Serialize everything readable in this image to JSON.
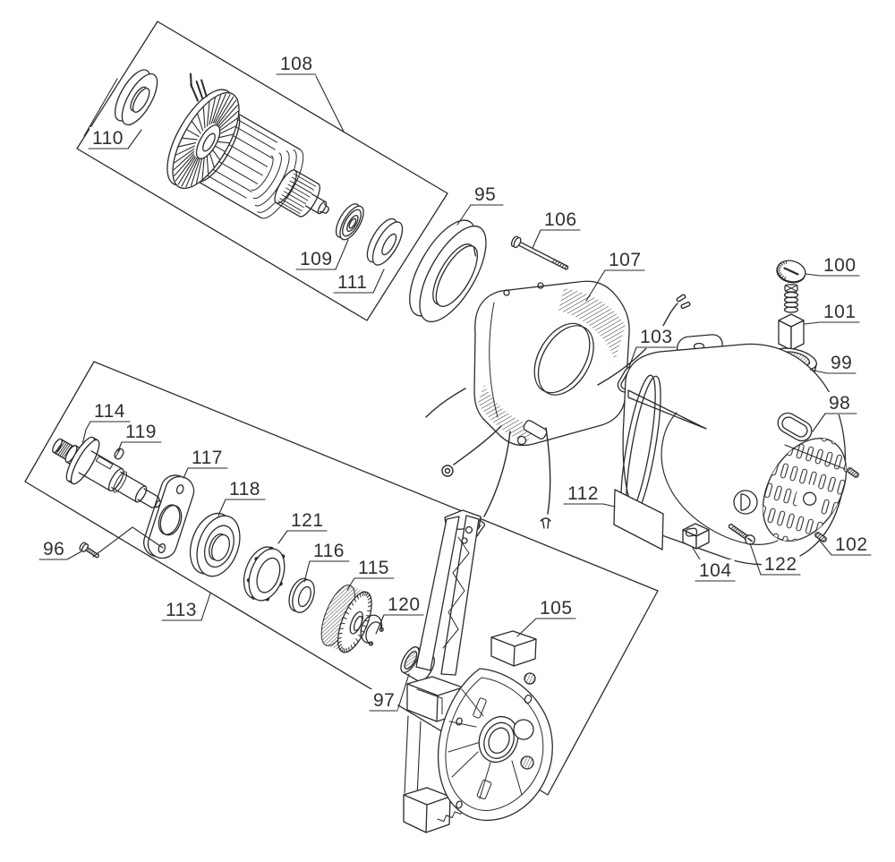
{
  "diagram": {
    "type": "exploded-parts-diagram",
    "background_color": "#ffffff",
    "line_color": "#2b2b2b",
    "label_color": "#303030",
    "labels": [
      {
        "id": "95",
        "text": "95"
      },
      {
        "id": "96",
        "text": "96"
      },
      {
        "id": "97",
        "text": "97"
      },
      {
        "id": "98",
        "text": "98"
      },
      {
        "id": "99",
        "text": "99"
      },
      {
        "id": "100",
        "text": "100"
      },
      {
        "id": "101",
        "text": "101"
      },
      {
        "id": "102",
        "text": "102"
      },
      {
        "id": "103",
        "text": "103"
      },
      {
        "id": "104",
        "text": "104"
      },
      {
        "id": "105",
        "text": "105"
      },
      {
        "id": "106",
        "text": "106"
      },
      {
        "id": "107",
        "text": "107"
      },
      {
        "id": "108",
        "text": "108"
      },
      {
        "id": "109",
        "text": "109"
      },
      {
        "id": "110",
        "text": "110"
      },
      {
        "id": "111",
        "text": "111"
      },
      {
        "id": "112",
        "text": "112"
      },
      {
        "id": "113",
        "text": "113"
      },
      {
        "id": "114",
        "text": "114"
      },
      {
        "id": "115",
        "text": "115"
      },
      {
        "id": "116",
        "text": "116"
      },
      {
        "id": "117",
        "text": "117"
      },
      {
        "id": "118",
        "text": "118"
      },
      {
        "id": "119",
        "text": "119"
      },
      {
        "id": "120",
        "text": "120"
      },
      {
        "id": "121",
        "text": "121"
      },
      {
        "id": "122",
        "text": "122"
      }
    ]
  }
}
